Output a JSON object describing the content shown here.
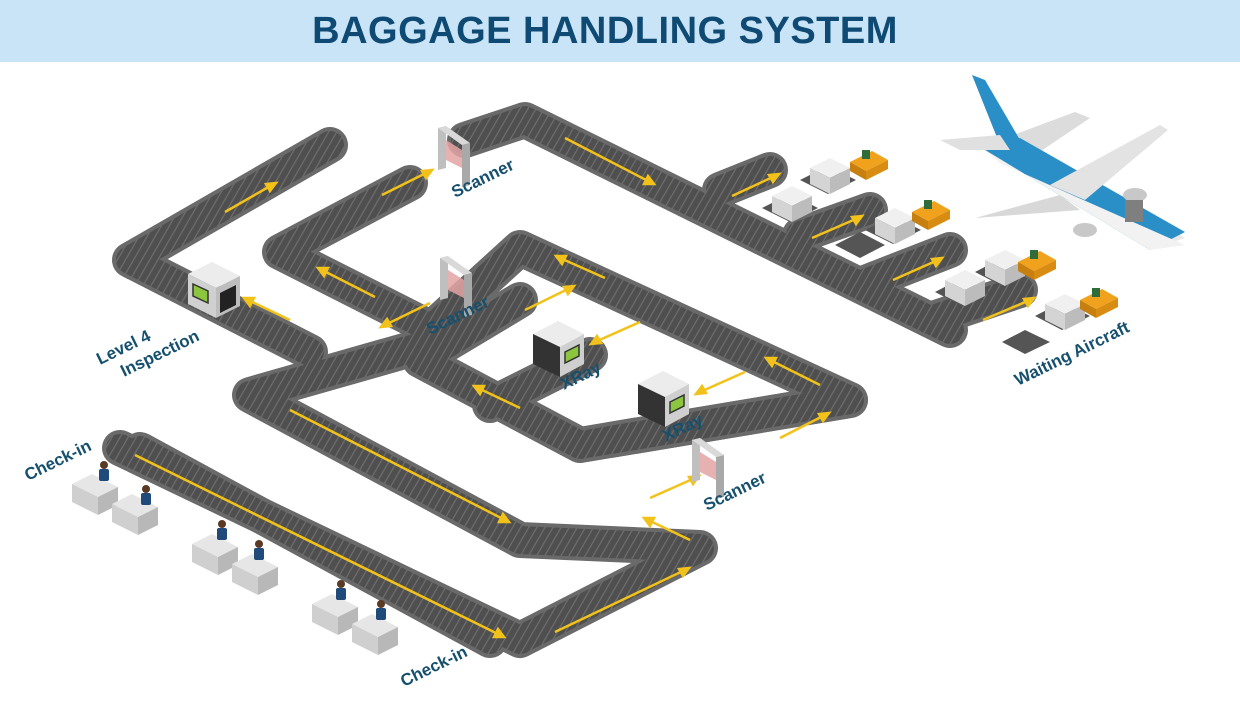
{
  "header": {
    "title": "BAGGAGE HANDLING SYSTEM"
  },
  "labels": {
    "scanner_top": "Scanner",
    "scanner_mid": "Scanner",
    "scanner_right": "Scanner",
    "level4_line1": "Level 4",
    "level4_line2": "Inspection",
    "xray_left": "XRay",
    "xray_right": "XRay",
    "checkin_top": "Check-in",
    "checkin_bottom": "Check-in",
    "waiting_aircraft": "Waiting Aircraft"
  },
  "colors": {
    "belt": "#4f4f4f",
    "belt_edge": "#6a6a6a",
    "arrow": "#f2c21b",
    "label": "#16506f",
    "header_bg": "#c9e4f6",
    "aircraft_blue": "#2a8fc7",
    "tug": "#f0a21c"
  }
}
